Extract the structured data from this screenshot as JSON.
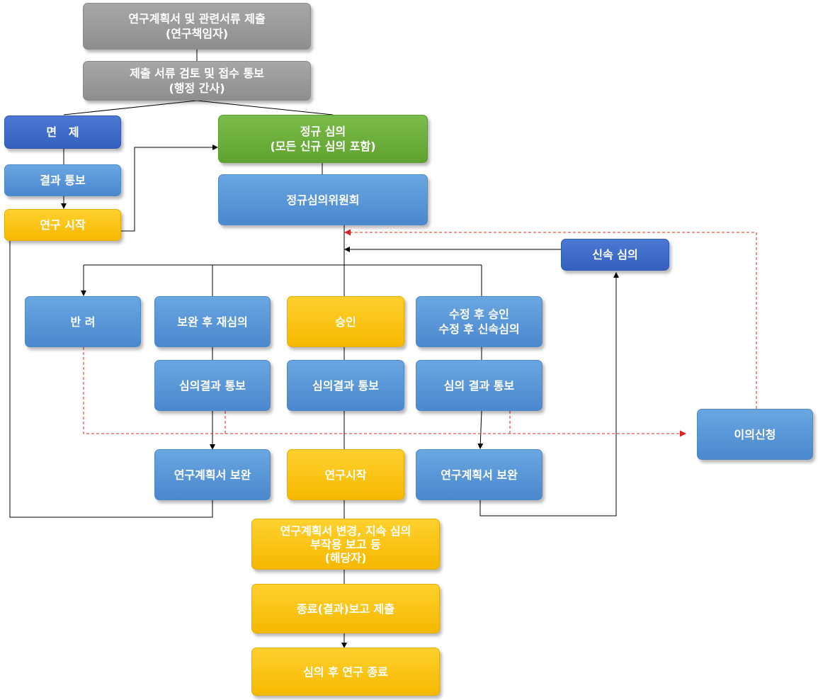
{
  "nodes": {
    "submit_plan": "연구계획서 및 관련서류 제출\n(연구책임자)",
    "review_notify": "제출 서류 검토 및 접수 통보\n(행정 간사)",
    "exempt": "면   제",
    "exempt_result": "결과 통보",
    "exempt_start": "연구 시작",
    "regular_review": "정규 심의\n(모든 신규 심의 포함)",
    "committee": "정규심의위원회",
    "expedited": "신속 심의",
    "reject": "반 려",
    "resubmit": "보완 후 재심의",
    "approve": "승인",
    "modify_approve": "수정 후 승인\n수정 후 신속심의",
    "result_notify_1": "심의결과 통보",
    "result_notify_2": "심의결과 통보",
    "result_notify_3": "심의 결과 통보",
    "objection": "이의신청",
    "supplement_1": "연구계획서 보완",
    "research_start": "연구시작",
    "supplement_2": "연구계획서 보완",
    "ongoing": "연구계획서 변경, 지속 심의\n부작용 보고 등\n(해당자)",
    "final_report": "종료(결과)보고 제출",
    "end": "심의 후 연구 종료"
  },
  "colors": {
    "gray": "#999999",
    "blue": "#5b9bd5",
    "navy": "#3b67c8",
    "green": "#6db33f",
    "yellow": "#ffc000",
    "connector": "#000000",
    "dashed_connector": "#e02020"
  }
}
